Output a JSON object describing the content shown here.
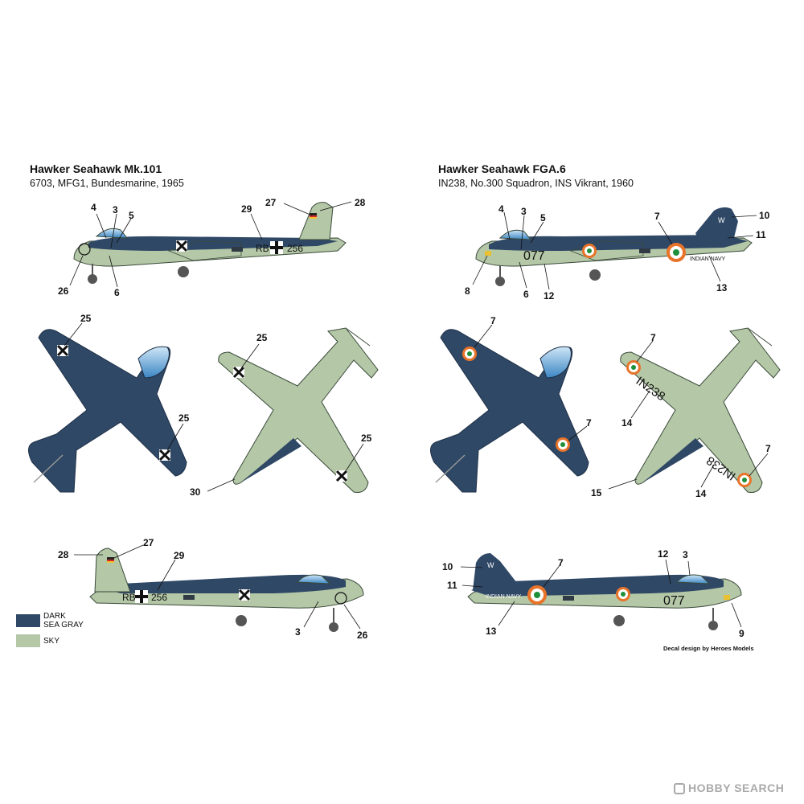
{
  "colors": {
    "dark_sea_gray": "#2f4866",
    "sky": "#b4c7a6",
    "outline": "#3a4a3a",
    "canopy": "#4a9ad6"
  },
  "left": {
    "title": "Hawker Seahawk Mk.101",
    "subtitle": "6703, MFG1, Bundesmarine, 1965",
    "code_prefix": "RB",
    "code_number": "256",
    "callouts": {
      "side_top": [
        "4",
        "3",
        "5",
        "26",
        "6",
        "29",
        "27",
        "28"
      ],
      "top_view": [
        "25",
        "25"
      ],
      "bottom_view": [
        "25",
        "30",
        "25"
      ],
      "side_bottom": [
        "28",
        "27",
        "29",
        "3",
        "26"
      ]
    }
  },
  "right": {
    "title": "Hawker Seahawk FGA.6",
    "subtitle": "IN238, No.300 Squadron, INS Vikrant, 1960",
    "nose_number": "077",
    "tail_letter": "W",
    "fuselage_text": "INDIAN NAVY",
    "serial": "IN238",
    "callouts": {
      "side_top": [
        "4",
        "3",
        "5",
        "7",
        "10",
        "11",
        "8",
        "6",
        "12",
        "13"
      ],
      "top_view": [
        "7",
        "7"
      ],
      "bottom_view": [
        "7",
        "14",
        "7",
        "15",
        "14"
      ],
      "side_bottom": [
        "10",
        "7",
        "11",
        "13",
        "12",
        "3",
        "9"
      ]
    }
  },
  "legend": [
    {
      "label_lines": [
        "DARK",
        "SEA GRAY"
      ],
      "color": "#2f4866"
    },
    {
      "label_lines": [
        "SKY"
      ],
      "color": "#b4c7a6"
    }
  ],
  "credit": "Decal design by Heroes Models",
  "watermark": "HOBBY SEARCH"
}
